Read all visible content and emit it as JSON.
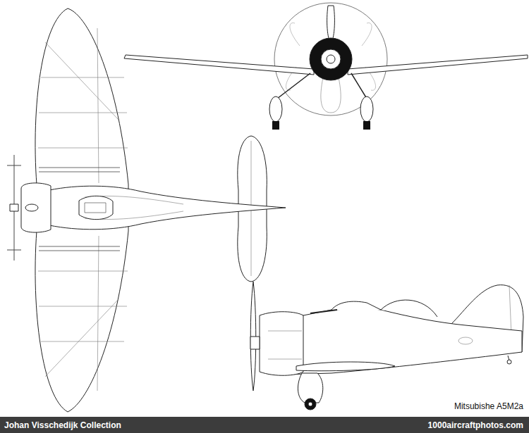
{
  "diagram": {
    "caption": "Mitsubishe A5M2a",
    "labels": [
      "Johan Visschedijk Collection",
      "1000aircraftphotos.com"
    ]
  }
}
